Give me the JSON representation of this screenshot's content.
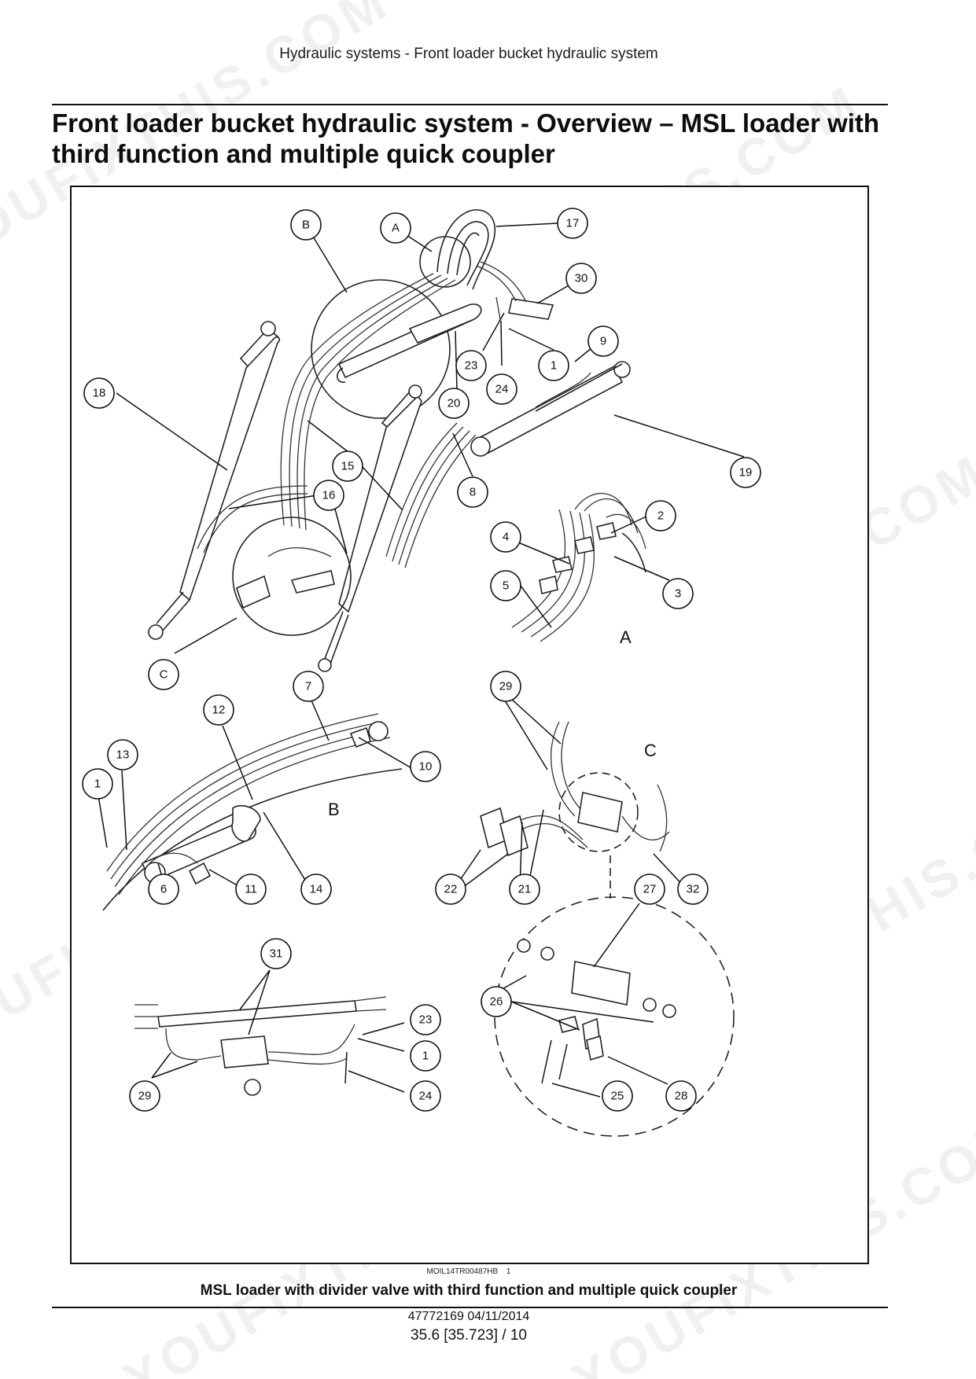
{
  "header": {
    "running_title": "Hydraulic systems - Front loader bucket hydraulic system"
  },
  "page": {
    "title": "Front loader bucket hydraulic system - Overview – MSL loader with third function and multiple quick coupler"
  },
  "figure": {
    "detail_labels": [
      "A",
      "B",
      "C"
    ],
    "callouts": [
      "B",
      "A",
      "17",
      "30",
      "9",
      "1",
      "23",
      "24",
      "20",
      "18",
      "15",
      "19",
      "8",
      "16",
      "2",
      "4",
      "3",
      "5",
      "C",
      "7",
      "12",
      "29",
      "13",
      "1",
      "10",
      "6",
      "11",
      "14",
      "22",
      "21",
      "27",
      "32",
      "31",
      "23",
      "26",
      "1",
      "29",
      "24",
      "25",
      "28"
    ],
    "reference_code": "MOIL14TR00487HB",
    "figure_number": "1",
    "caption": "MSL loader with divider valve with third function and multiple quick coupler"
  },
  "watermark": {
    "text": "YOUFIXTHIS.COM"
  },
  "footer": {
    "document_id": "47772169 04/11/2014",
    "page_reference": "35.6 [35.723] / 10"
  }
}
